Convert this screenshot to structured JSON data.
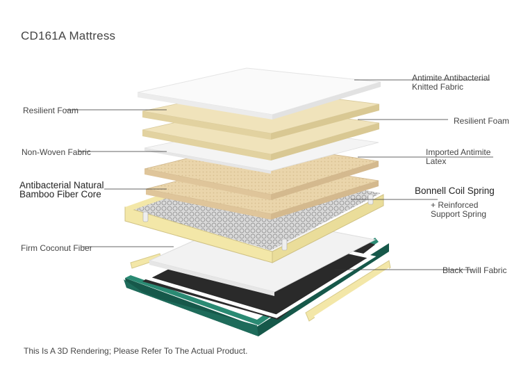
{
  "title": "CD161A Mattress",
  "labels": {
    "antimite_fabric_1": "Antimite Antibacterial",
    "antimite_fabric_2": "Knitted Fabric",
    "resilient_foam_left": "Resilient Foam",
    "resilient_foam_right": "Resilient Foam",
    "non_woven": "Non-Woven Fabric",
    "latex_1": "Imported Antimite",
    "latex_2": "Latex",
    "bamboo_1": "Antibacterial Natural",
    "bamboo_2": "Bamboo Fiber Core",
    "bonnell": "Bonnell Coil Spring",
    "reinforced_1": "+ Reinforced",
    "reinforced_2": "Support Spring",
    "coconut": "Firm Coconut Fiber",
    "twill": "Black Twill Fabric"
  },
  "footer": "This Is A 3D Rendering; Please Refer To The Actual Product.",
  "colors": {
    "foam": "#efe2b8",
    "latex": "#e8d2a8",
    "white_layer": "#f4f4f4",
    "frame": "#f3e7a8",
    "base_green": "#1e6b5a",
    "twill": "#2b2b2b"
  }
}
